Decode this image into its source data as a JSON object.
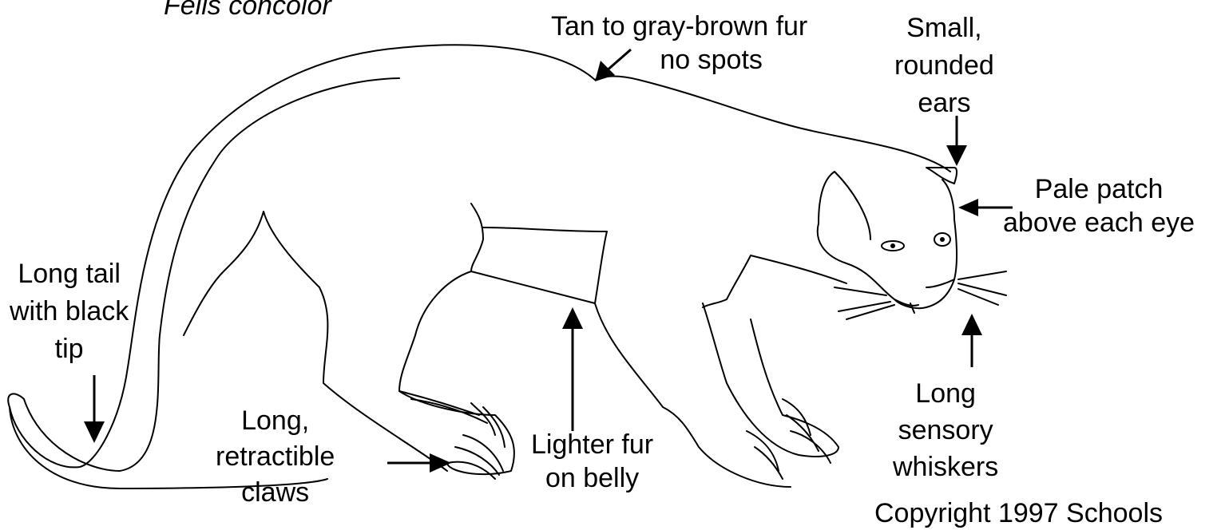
{
  "diagram": {
    "species_name": "Felis concolor",
    "labels": {
      "fur": [
        "Tan to gray-brown fur",
        "no spots"
      ],
      "ears": [
        "Small,",
        "rounded",
        "ears"
      ],
      "eye_patch": [
        "Pale patch",
        "above each eye"
      ],
      "tail": [
        "Long tail",
        "with black",
        "tip"
      ],
      "claws": [
        "Long,",
        "retractible",
        "claws"
      ],
      "belly": [
        "Lighter fur",
        "on belly"
      ],
      "whiskers": [
        "Long",
        "sensory",
        "whiskers"
      ]
    },
    "copyright_fragment": "Copyright 1997 Schools"
  }
}
